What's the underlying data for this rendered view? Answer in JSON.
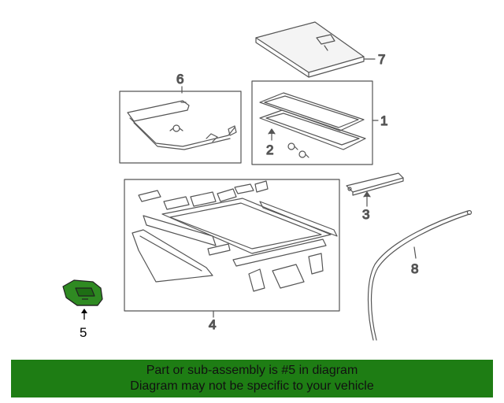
{
  "diagram": {
    "callouts": [
      {
        "id": "1",
        "label": "1"
      },
      {
        "id": "2",
        "label": "2"
      },
      {
        "id": "3",
        "label": "3"
      },
      {
        "id": "4",
        "label": "4"
      },
      {
        "id": "5",
        "label": "5"
      },
      {
        "id": "6",
        "label": "6"
      },
      {
        "id": "7",
        "label": "7"
      },
      {
        "id": "8",
        "label": "8"
      }
    ],
    "highlight_color": "#1e7d14",
    "line_color": "#555555"
  },
  "banner": {
    "line1": "Part or sub-assembly is #5 in diagram",
    "line2": "Diagram may not be specific to your vehicle",
    "background": "#1e7d14"
  }
}
